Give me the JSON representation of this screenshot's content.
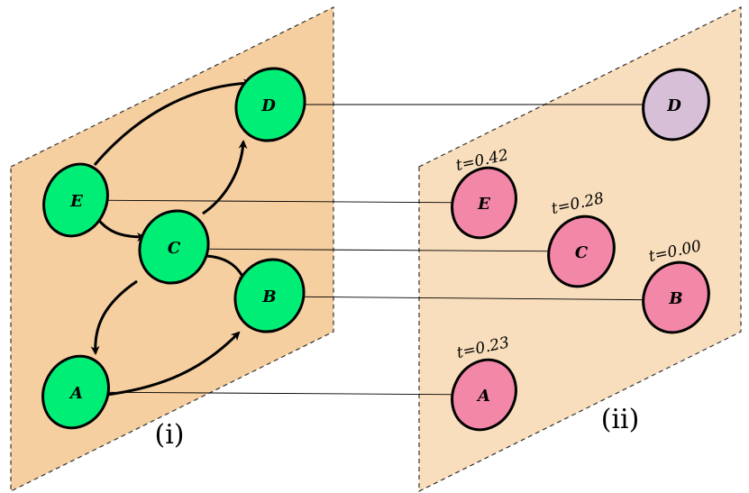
{
  "left_panel": {
    "caption": "(i)",
    "nodes": {
      "D": "D",
      "E": "E",
      "C": "C",
      "B": "B",
      "A": "A"
    }
  },
  "right_panel": {
    "caption": "(ii)",
    "nodes": {
      "D": "D",
      "E": "E",
      "C": "C",
      "B": "B",
      "A": "A"
    },
    "times": {
      "E": "t=0.42",
      "C": "t=0.28",
      "B": "t=0.00",
      "A": "t=0.23"
    }
  },
  "colors": {
    "left_panel_fill": "#f5cfa0",
    "right_panel_fill": "#f8debc",
    "graph_node": "#00ee76",
    "time_node": "#f287a8",
    "unlabeled_node": "#d8bfd8"
  },
  "edges": [
    [
      "E",
      "D"
    ],
    [
      "E",
      "C"
    ],
    [
      "C",
      "D"
    ],
    [
      "C",
      "B"
    ],
    [
      "C",
      "A"
    ],
    [
      "A",
      "B"
    ]
  ]
}
